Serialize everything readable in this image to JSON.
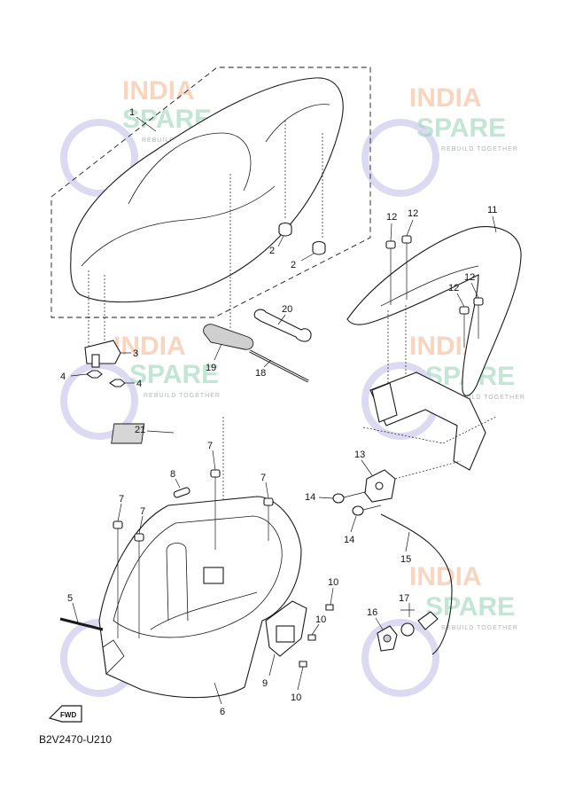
{
  "diagram": {
    "code": "B2V2470-U210",
    "fwd_label": "FWD",
    "watermark": {
      "line1": "INDIA",
      "line2": "SPARE",
      "tagline": "REBUILD TOGETHER"
    },
    "callouts": {
      "c1": "1",
      "c2a": "2",
      "c2b": "2",
      "c3": "3",
      "c4a": "4",
      "c4b": "4",
      "c5": "5",
      "c6": "6",
      "c7a": "7",
      "c7b": "7",
      "c7c": "7",
      "c7d": "7",
      "c8": "8",
      "c9": "9",
      "c10a": "10",
      "c10b": "10",
      "c10c": "10",
      "c11": "11",
      "c12a": "12",
      "c12b": "12",
      "c12c": "12",
      "c12d": "12",
      "c13": "13",
      "c14a": "14",
      "c14b": "14",
      "c15": "15",
      "c16": "16",
      "c17": "17",
      "c18": "18",
      "c19": "19",
      "c20": "20",
      "c21": "21"
    }
  }
}
